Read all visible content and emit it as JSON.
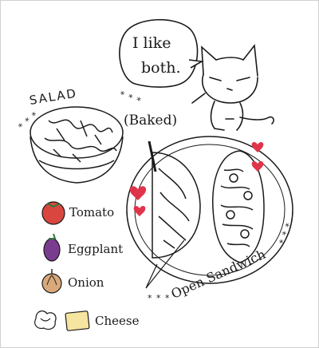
{
  "speech_bubble": {
    "line1": "I like",
    "line2": "both."
  },
  "salad": {
    "title": "SALAD"
  },
  "baked_label": "(Baked)",
  "open_sandwich_label": "Open Sandwich",
  "legend": {
    "tomato": "Tomato",
    "eggplant": "Eggplant",
    "onion": "Onion",
    "cheese": "Cheese"
  },
  "colors": {
    "heart": "#e0344a",
    "tomato": "#d9463f",
    "eggplant": "#7a3c8e",
    "onion": "#d9a97a",
    "cheese": "#f5e5a0",
    "ink": "#1a1a1a"
  },
  "icons": [
    "cat-icon",
    "salad-bowl-icon",
    "plate-icon",
    "heart-icon",
    "tomato-icon",
    "eggplant-icon",
    "onion-icon",
    "cheese-icon"
  ]
}
